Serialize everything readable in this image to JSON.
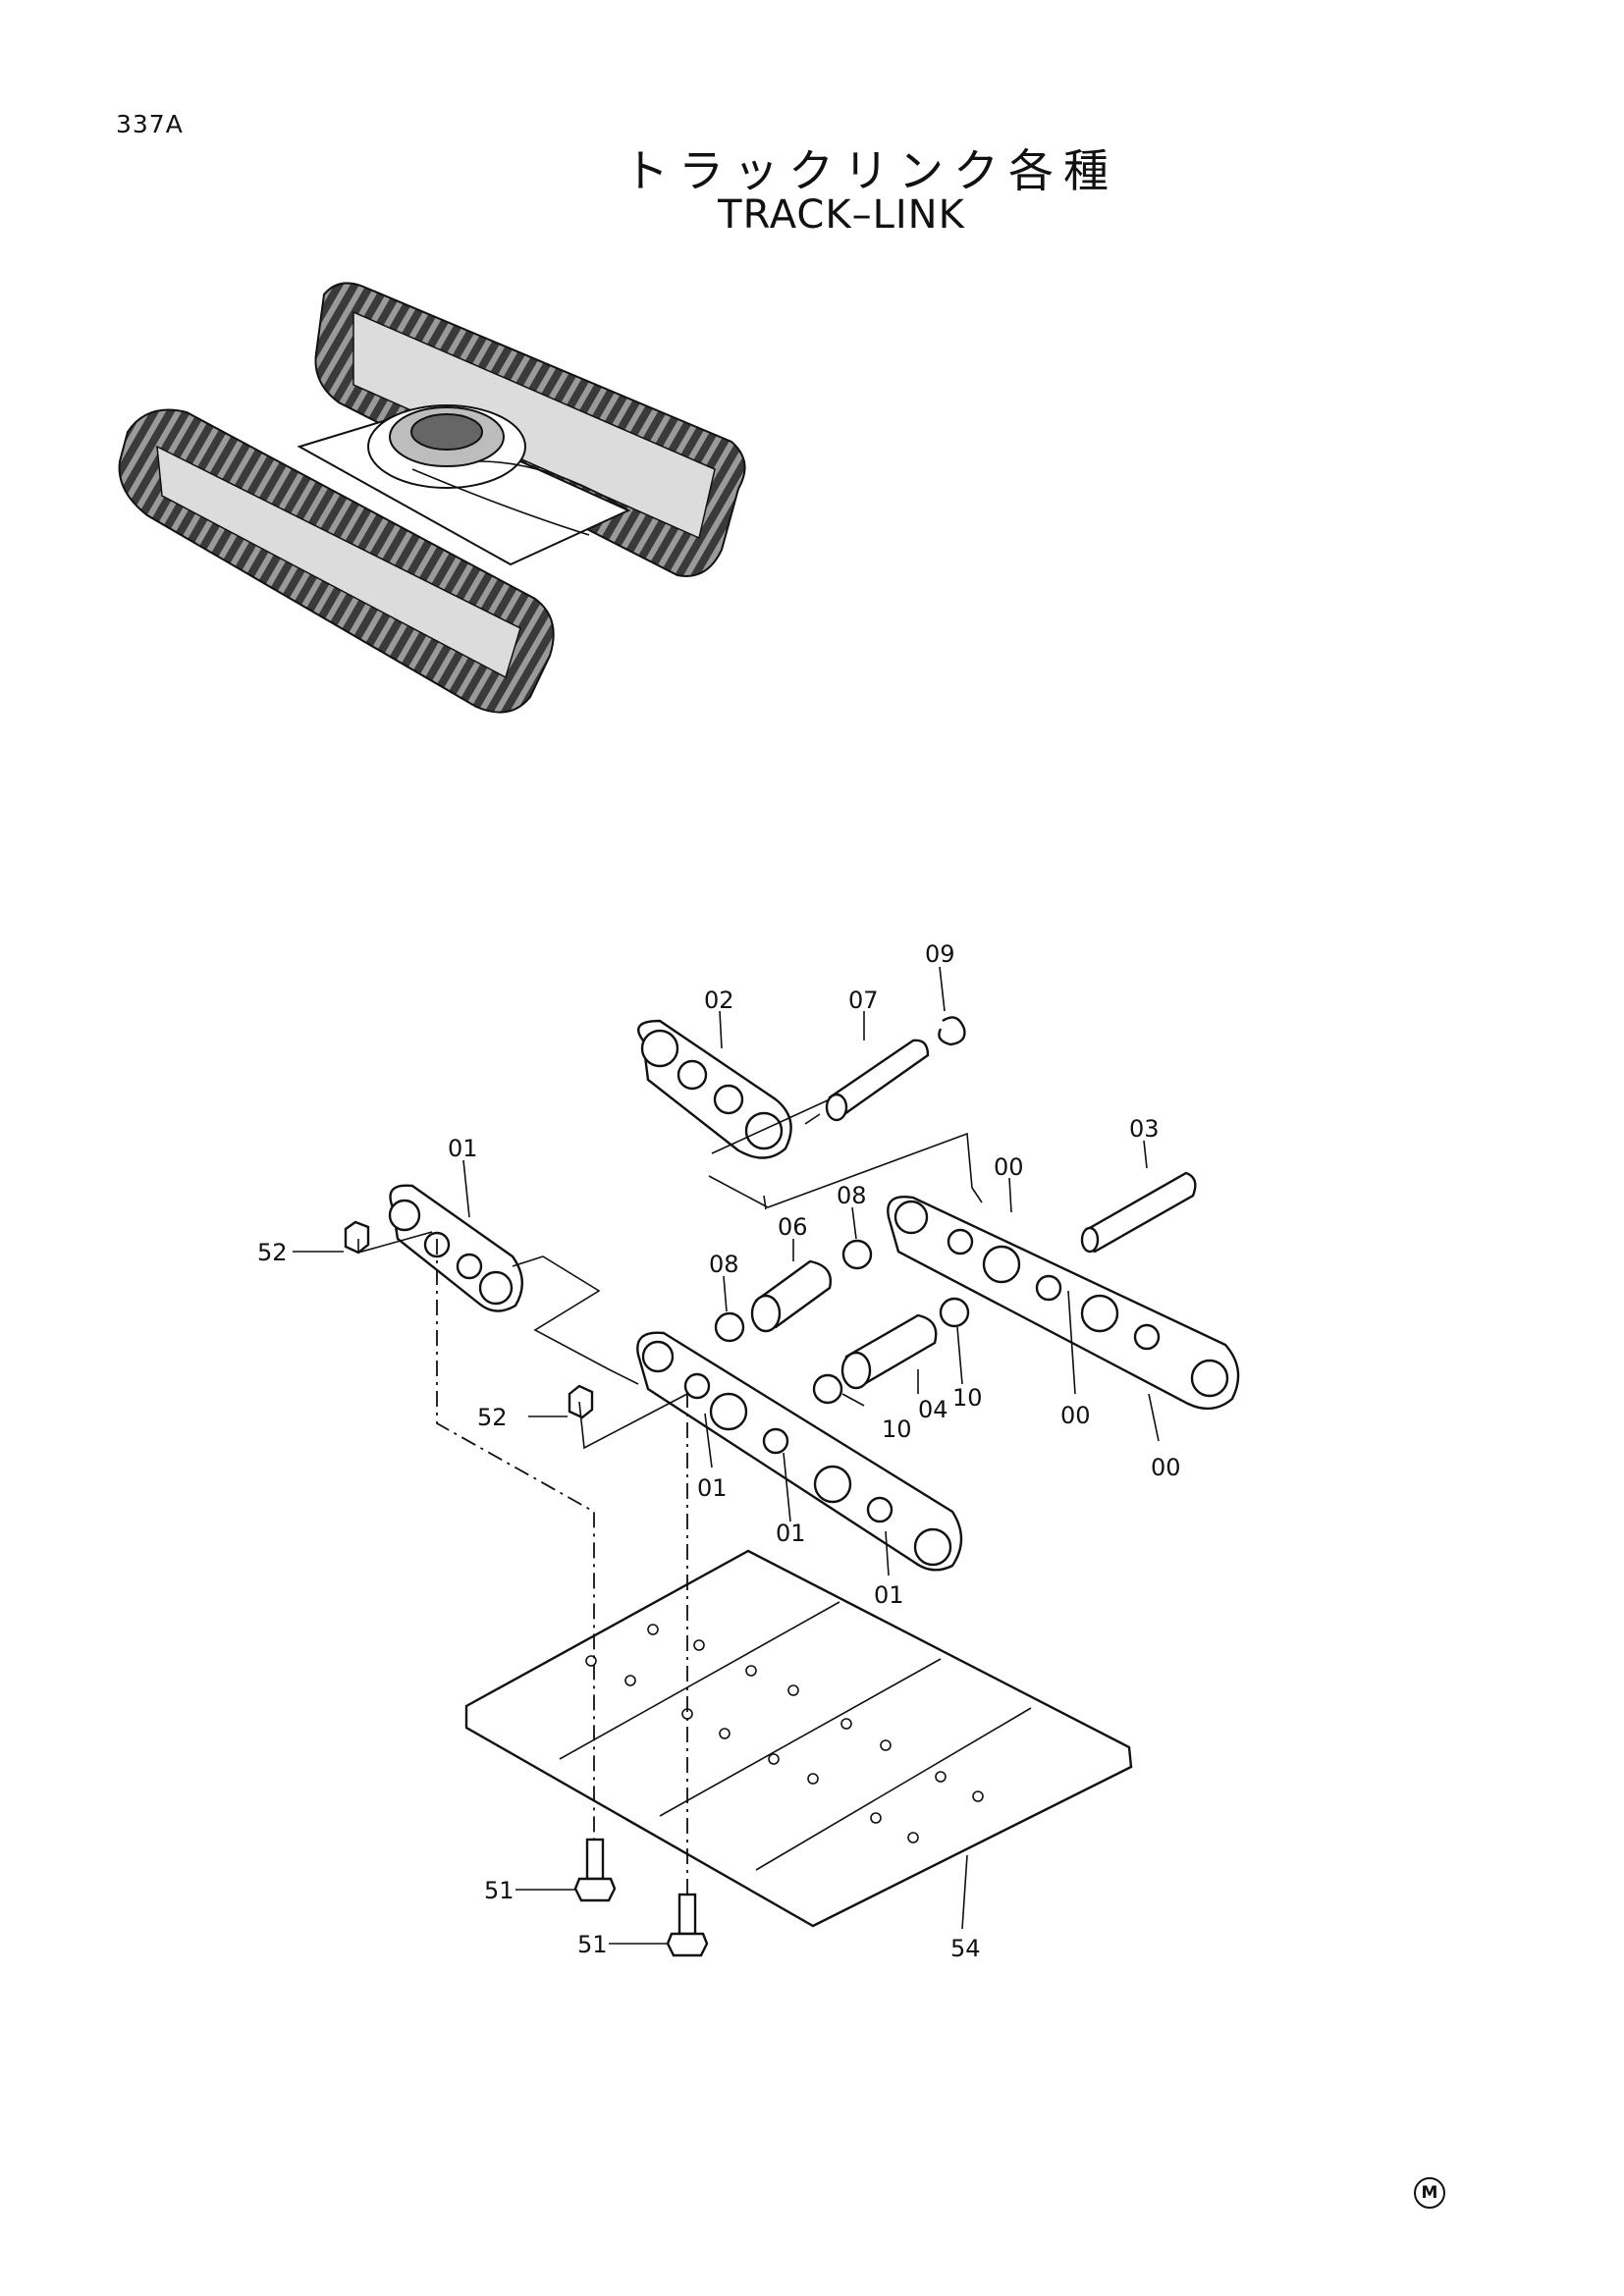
{
  "header": {
    "page_code": "337A",
    "title_japanese": "トラックリンク各種",
    "title_english": "TRACK–LINK"
  },
  "callouts": [
    {
      "id": "02",
      "label": "02"
    },
    {
      "id": "07",
      "label": "07"
    },
    {
      "id": "09",
      "label": "09"
    },
    {
      "id": "03",
      "label": "03"
    },
    {
      "id": "01a",
      "label": "01"
    },
    {
      "id": "00a",
      "label": "00"
    },
    {
      "id": "08a",
      "label": "08"
    },
    {
      "id": "06",
      "label": "06"
    },
    {
      "id": "52a",
      "label": "52"
    },
    {
      "id": "08b",
      "label": "08"
    },
    {
      "id": "52b",
      "label": "52"
    },
    {
      "id": "10a",
      "label": "10"
    },
    {
      "id": "04",
      "label": "04"
    },
    {
      "id": "10b",
      "label": "10"
    },
    {
      "id": "00b",
      "label": "00"
    },
    {
      "id": "00c",
      "label": "00"
    },
    {
      "id": "01b",
      "label": "01"
    },
    {
      "id": "01c",
      "label": "01"
    },
    {
      "id": "01d",
      "label": "01"
    },
    {
      "id": "51a",
      "label": "51"
    },
    {
      "id": "51b",
      "label": "51"
    },
    {
      "id": "54",
      "label": "54"
    }
  ],
  "footer_mark": "M"
}
